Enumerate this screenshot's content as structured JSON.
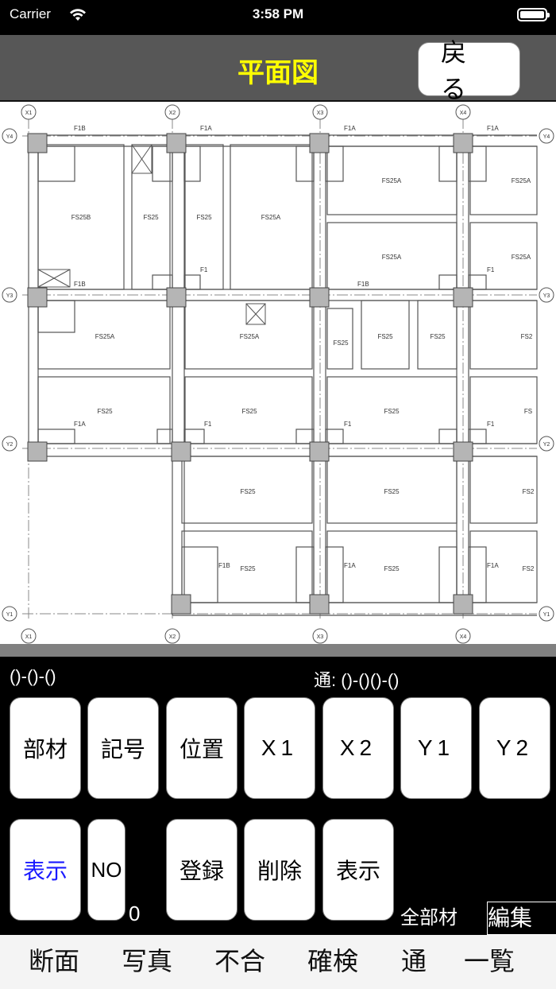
{
  "status_bar": {
    "carrier": "Carrier",
    "time": "3:58 PM",
    "wifi_icon": "wifi-icon",
    "battery_icon": "battery-full-icon"
  },
  "nav": {
    "title": "平面図",
    "back_label": "戻る",
    "title_color": "#ffff00",
    "bar_color": "#575757"
  },
  "plan": {
    "grid_x": [
      "X1",
      "X2",
      "X3",
      "X4"
    ],
    "grid_y": [
      "Y4",
      "Y3",
      "Y2",
      "Y1"
    ],
    "beam_labels": {
      "top_row": [
        "F1B",
        "F1A",
        "F1A",
        "F1A"
      ],
      "y3_left": "F1B",
      "y3_mid": "F1B",
      "f1_labels": [
        "F1",
        "F1"
      ],
      "y2_labels": [
        "F1A",
        "F1",
        "F1",
        "F1"
      ],
      "bottom_labels": [
        "F1B",
        "F1A",
        "F1A"
      ]
    },
    "slab_labels": {
      "row1": [
        "FS25B",
        "FS25",
        "FS25",
        "FS25A",
        "FS25A",
        "FS25A"
      ],
      "row1b": [
        "FS25A",
        "FS25A"
      ],
      "row2": [
        "FS25A",
        "FS25A",
        "FS25",
        "FS25",
        "FS25",
        "FS2"
      ],
      "row3": [
        "FS25",
        "FS25",
        "FS25",
        "FS"
      ],
      "row4": [
        "FS25",
        "FS25",
        "FS2"
      ],
      "row5": [
        "FS25",
        "FS25",
        "FS2"
      ]
    }
  },
  "panel": {
    "member_info": "()-()-()",
    "grid_info_label": "通:",
    "grid_info_value": "()-()()-()",
    "row1_buttons": [
      "部材",
      "記号",
      "位置",
      "X1",
      "X2",
      "Y1",
      "Y2"
    ],
    "row2_buttons": {
      "show_blue": "表示",
      "no": "NO",
      "register": "登録",
      "delete": "削除",
      "show": "表示"
    },
    "no_count": "0",
    "all_members": "全部材",
    "edit": "編集",
    "highlight_color": "#1a1aff"
  },
  "tabs": [
    "断面",
    "写真",
    "不合",
    "確検",
    "通",
    "一覧"
  ]
}
